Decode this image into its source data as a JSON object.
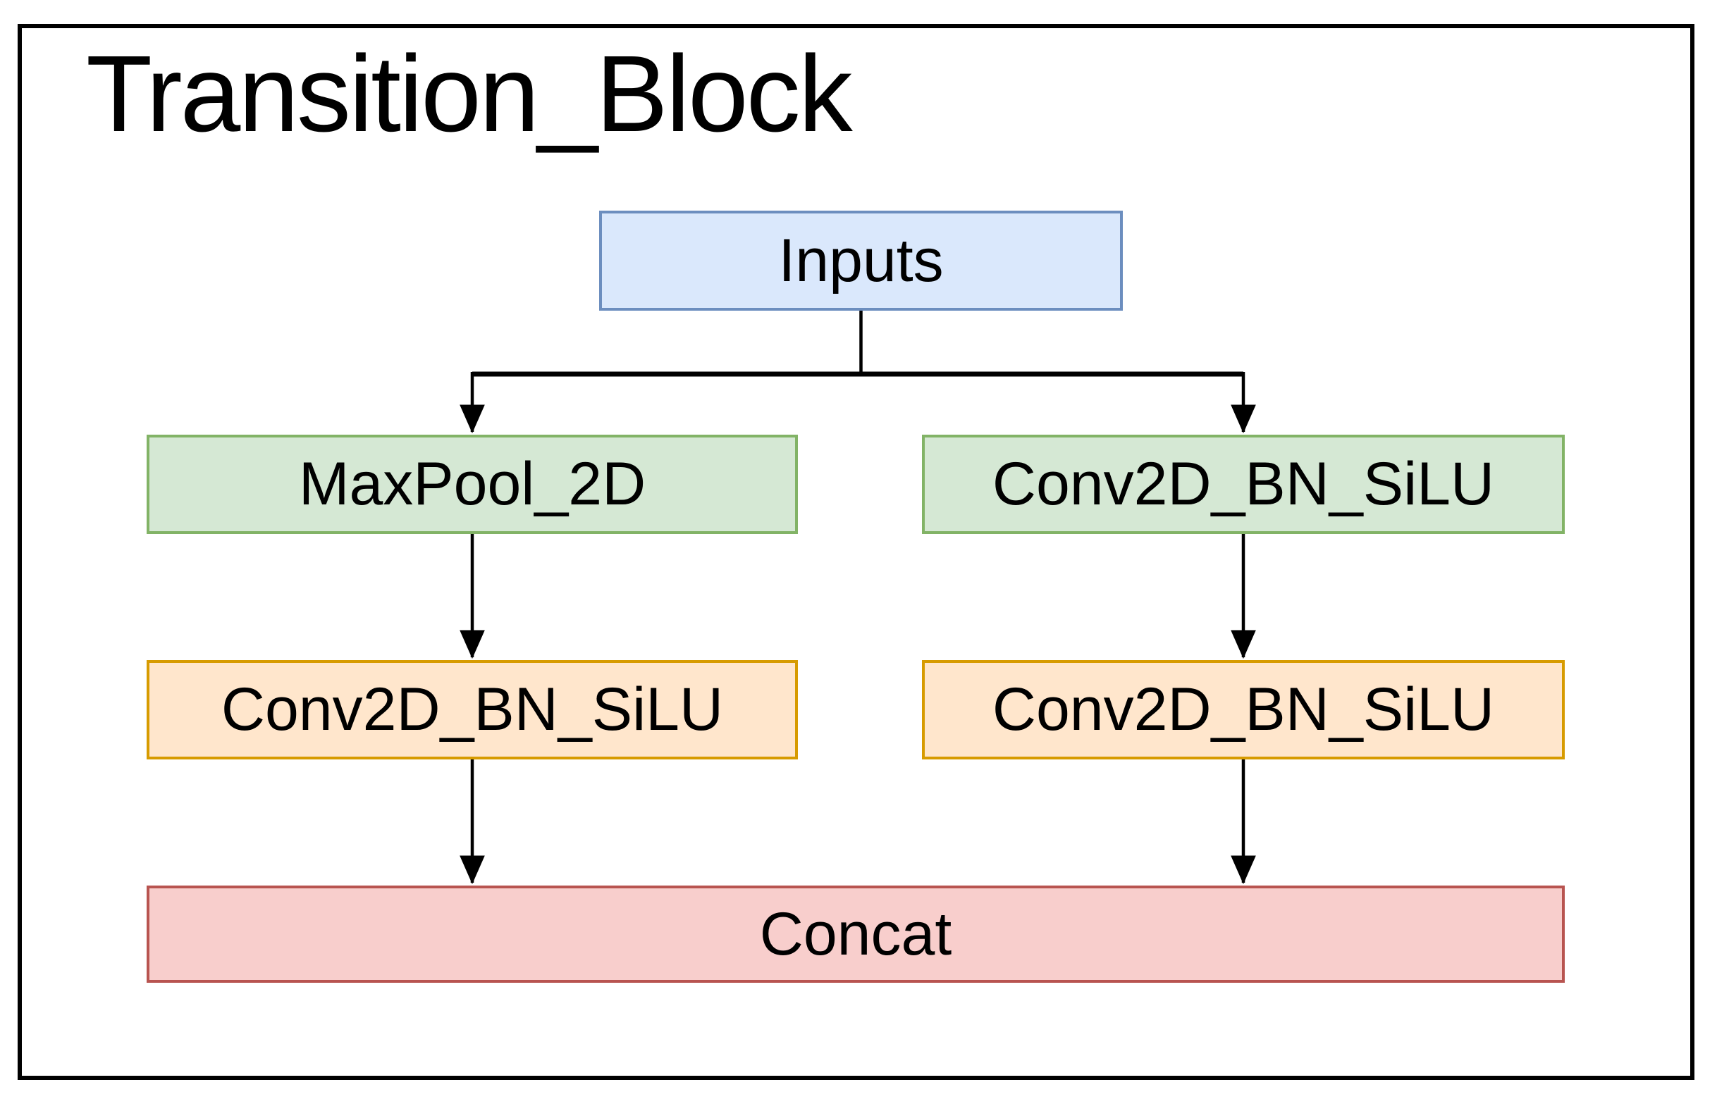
{
  "diagram": {
    "title": "Transition_Block",
    "nodes": {
      "inputs": {
        "label": "Inputs",
        "color": "blue"
      },
      "maxpool": {
        "label": "MaxPool_2D",
        "color": "green"
      },
      "conv_top_right": {
        "label": "Conv2D_BN_SiLU",
        "color": "green"
      },
      "conv_bottom_left": {
        "label": "Conv2D_BN_SiLU",
        "color": "orange"
      },
      "conv_bottom_right": {
        "label": "Conv2D_BN_SiLU",
        "color": "orange"
      },
      "concat": {
        "label": "Concat",
        "color": "red"
      }
    },
    "edges": [
      {
        "from": "inputs",
        "to": "maxpool"
      },
      {
        "from": "inputs",
        "to": "conv_top_right"
      },
      {
        "from": "maxpool",
        "to": "conv_bottom_left"
      },
      {
        "from": "conv_top_right",
        "to": "conv_bottom_right"
      },
      {
        "from": "conv_bottom_left",
        "to": "concat"
      },
      {
        "from": "conv_bottom_right",
        "to": "concat"
      }
    ],
    "colors": {
      "blue": {
        "fill": "#dae8fc",
        "stroke": "#6c8ebf"
      },
      "green": {
        "fill": "#d5e8d4",
        "stroke": "#82b366"
      },
      "orange": {
        "fill": "#ffe6cc",
        "stroke": "#d79b00"
      },
      "red": {
        "fill": "#f8cecc",
        "stroke": "#b85450"
      },
      "edge": "#000000",
      "frame": "#000000",
      "text": "#000000",
      "background": "#ffffff"
    }
  }
}
